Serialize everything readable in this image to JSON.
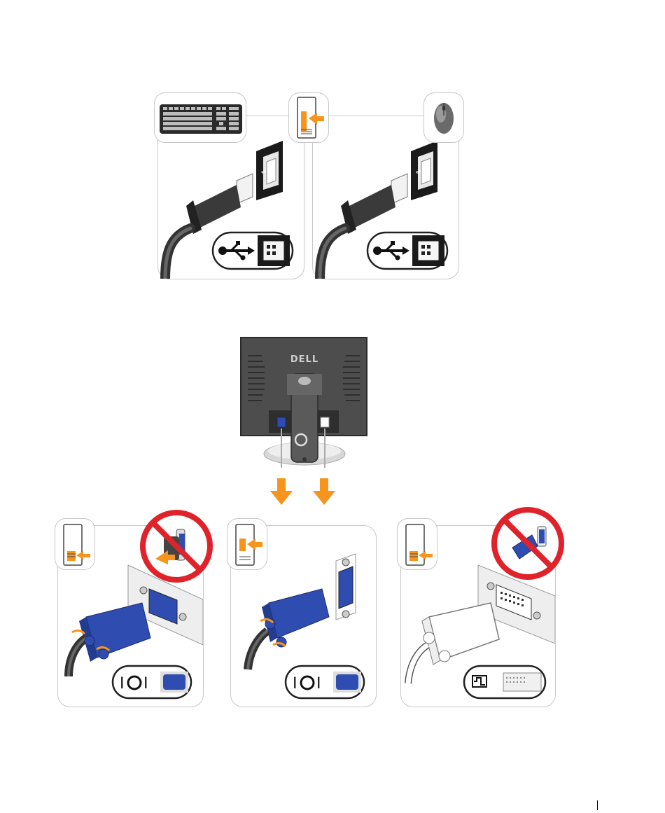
{
  "colors": {
    "accent_orange": "#f7941d",
    "vga_blue": "#2f4db0",
    "prohibit_red": "#e0222a",
    "panel_border": "#c8c8c8",
    "monitor_gray": "#505050"
  },
  "monitor": {
    "logo_text": "DELL"
  },
  "usb_section": {
    "devices": [
      "keyboard-icon",
      "mouse-icon"
    ],
    "connector_icon": "usb-icon"
  },
  "video_section": {
    "panels": [
      {
        "connector": "vga",
        "adapter_prohibited": true
      },
      {
        "connector": "vga",
        "adapter_prohibited": false
      },
      {
        "connector": "dvi",
        "adapter_prohibited": true
      }
    ]
  }
}
